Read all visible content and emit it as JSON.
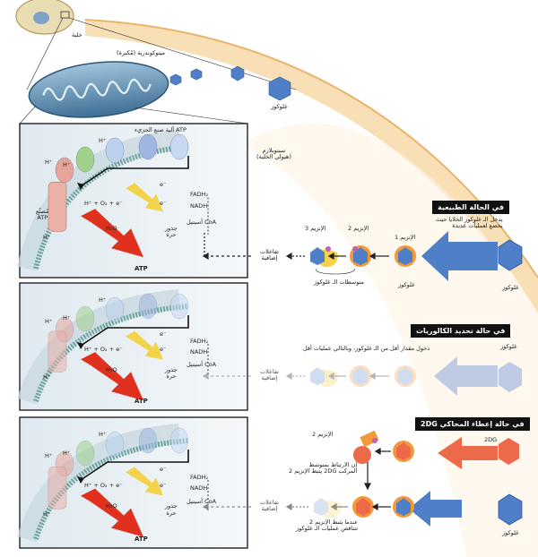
{
  "top": {
    "cell_label": "خلية",
    "mito_label": "ميتوكوندرية (مُكبرة)",
    "glucose_label": "غلوكوز",
    "cytoplasm_label": "سيتوبلازم\n(هيولي الخلية)"
  },
  "panels": [
    {
      "atp_machine": "آلية صنع الجزيء ATP",
      "h": "H⁺",
      "eq": "H⁺ + O₂ + e⁻",
      "h2o": "H₂O",
      "e": "e⁻",
      "fadh2": "FADH₂",
      "nadh": "NADH",
      "acetyl": "أسيتيل CoA",
      "radicals": "جذور\nحرة",
      "synthase": "مُصنِّع\nATP",
      "atp": "ATP"
    },
    {
      "h": "H⁺",
      "eq": "H⁺ + O₂ + e⁻",
      "h2o": "H₂O",
      "e": "e⁻",
      "fadh2": "FADH₂",
      "nadh": "NADH",
      "acetyl": "أسيتيل CoA",
      "radicals": "جذور\nحرة",
      "atp": "ATP"
    },
    {
      "h": "H⁺",
      "eq": "H⁺ + O₂ + e⁻",
      "h2o": "H₂O",
      "e": "e⁻",
      "fadh2": "FADH₂",
      "nadh": "NADH",
      "acetyl": "أسيتيل CoA",
      "radicals": "جذور\nحرة",
      "atp": "ATP"
    }
  ],
  "normal": {
    "title": "في الحالة الطبيعية",
    "desc": "يدخل الـ غلوكوز الخلايا حيث\nيخضع لعمليات عديدة",
    "enzyme1": "الإنزيم 1",
    "enzyme2": "الإنزيم 2",
    "enzyme3": "الإنزيم 3",
    "intermediates": "متوسطات الـ غلوكوز",
    "glucose_a": "غلوكوز",
    "glucose_b": "غلوكوز",
    "reactions": "تفاعلات\nإضافية"
  },
  "restriction": {
    "title": "في حالة تحديد الكالوريات",
    "desc": "دخول مقدار أقل من الـ غلوكوز، وبالتالي عمليات أقل",
    "glucose": "غلوكوز",
    "reactions": "تفاعلات\nإضافية"
  },
  "twodg": {
    "title": "في حالة إعطاء المحاكي 2DG",
    "enzyme2": "الإنزيم 2",
    "twodg": "2DG",
    "binding": "إن الارتباط بمتوسط\nالمركب 2DG يثبط الإنزيم 2",
    "inhibit": "عندما يثبط الإنزيم 2\nتتناقص عمليات الـ غلوكوز",
    "glucose": "غلوكوز",
    "reactions": "تفاعلات\nإضافية"
  },
  "colors": {
    "cell_band": "#f6dcae",
    "blue": "#4f7fc6",
    "orange": "#f29a3a",
    "red": "#e0301e",
    "yellow": "#f3d34a",
    "panel_bg": "#eef3f6",
    "coral": "#ec6a4a"
  }
}
